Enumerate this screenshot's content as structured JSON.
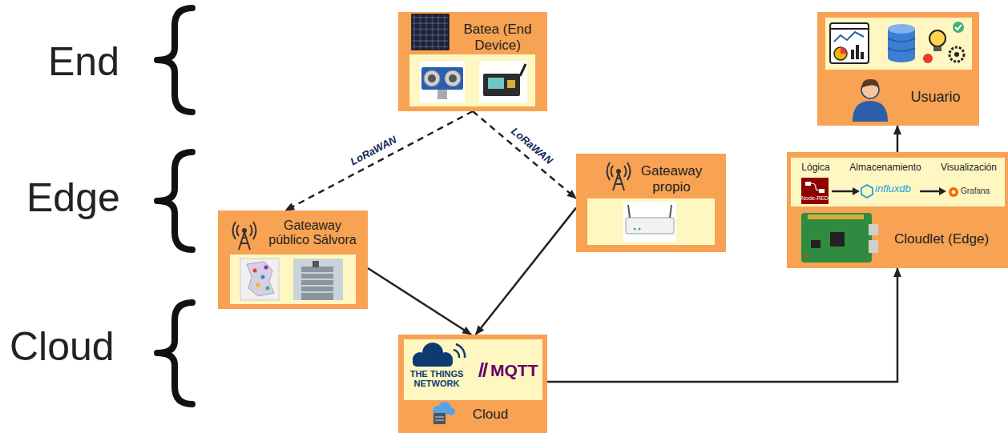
{
  "diagram": {
    "nodes": [
      {
        "text": [
          "Batea (End Device)"
        ]
      },
      {
        "text": [
          "Usuario"
        ]
      },
      {
        "text": [
          "Gateaway propio"
        ]
      },
      {
        "text": [
          "Cloudlet (Edge)"
        ]
      },
      {
        "text": [
          "Lógica",
          "Almacenamiento",
          "Visualización",
          "Node-RED",
          "influxdb",
          "Grafana"
        ],
        "in": 3
      },
      {
        "text": [
          "Gateaway público Sálvora"
        ]
      },
      {
        "text": [
          "Cloud"
        ]
      },
      {
        "text": [
          "THE THINGS NETWORK",
          "MQTT"
        ],
        "in": 6
      }
    ],
    "edges": [
      {
        "from": 0,
        "to": 5,
        "arrow": "to",
        "label": "LoRaWAN"
      },
      {
        "from": 0,
        "to": 2,
        "arrow": "to",
        "label": "LoRaWAN"
      },
      {
        "from": 5,
        "to": 6,
        "arrow": "to"
      },
      {
        "from": 2,
        "to": 6,
        "arrow": "to"
      },
      {
        "from": 6,
        "to": 3,
        "arrow": "to"
      },
      {
        "from": 3,
        "to": 1,
        "arrow": "to"
      }
    ],
    "labels": [
      "End",
      "Edge",
      "Cloud"
    ]
  }
}
